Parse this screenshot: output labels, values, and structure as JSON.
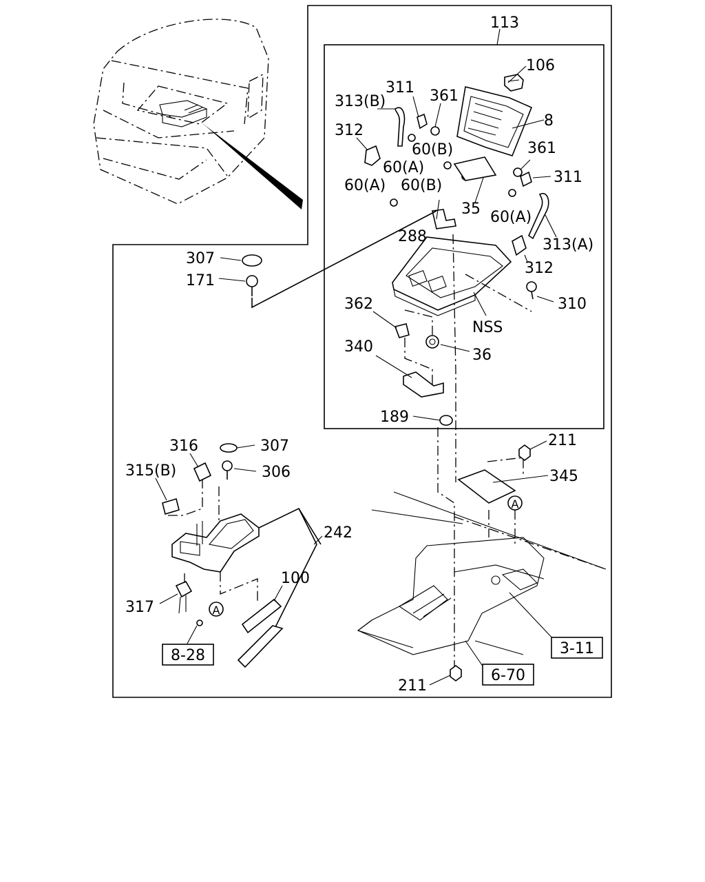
{
  "labels": {
    "l113": "113",
    "l106": "106",
    "l311a": "311",
    "l313b": "313(B)",
    "l361a": "361",
    "l8": "8",
    "l312a": "312",
    "l60b_a": "60(B)",
    "l60a_a": "60(A)",
    "l361b": "361",
    "l60a_b": "60(A)",
    "l60b_b": "60(B)",
    "l311b": "311",
    "l35": "35",
    "l60a_c": "60(A)",
    "l288": "288",
    "l313a": "313(A)",
    "l307a": "307",
    "l171": "171",
    "l312b": "312",
    "l310": "310",
    "l362": "362",
    "lnss": "NSS",
    "l36": "36",
    "l340": "340",
    "l189": "189",
    "l211a": "211",
    "l316": "316",
    "l307b": "307",
    "l315b": "315(B)",
    "l306": "306",
    "l345": "345",
    "l242": "242",
    "l100": "100",
    "l317": "317",
    "l211b": "211",
    "ref_a1": "A",
    "ref_a2": "A"
  },
  "refs": {
    "r828": "8-28",
    "r311": "3-11",
    "r670": "6-70"
  }
}
